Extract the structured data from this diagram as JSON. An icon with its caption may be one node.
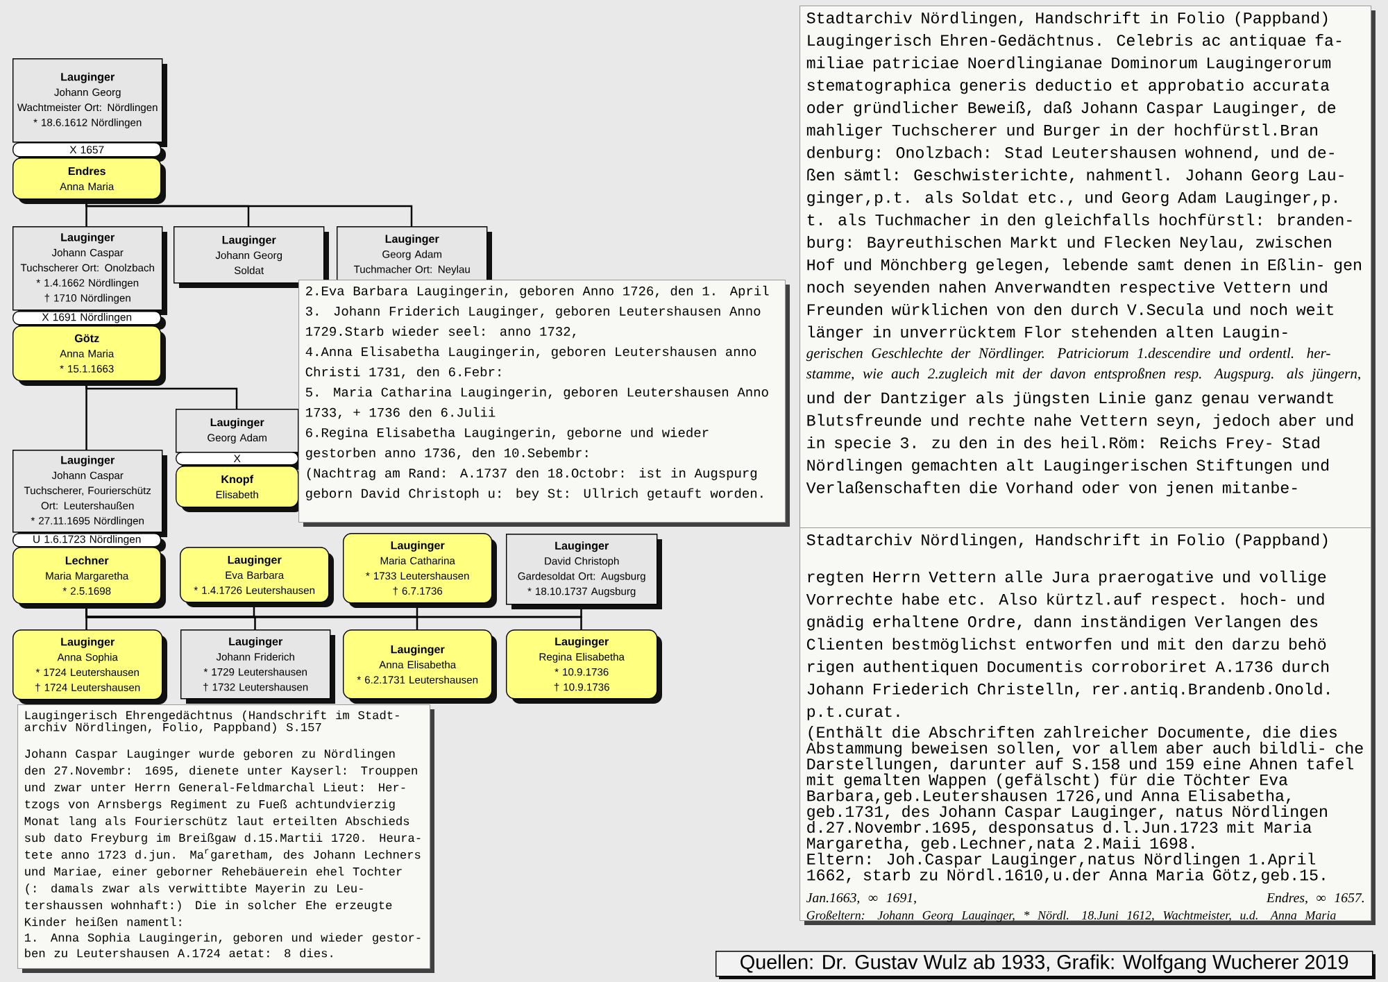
{
  "diagram": {
    "nodes": [
      {
        "text": [
          "Lauginger",
          "Johann Georg",
          "Wachtmeister Ort: Nördlingen",
          "* 18.6.1612 Nördlingen"
        ]
      },
      {
        "text": [
          "X 1657"
        ]
      },
      {
        "text": [
          "Endres",
          "Anna Maria"
        ]
      },
      {
        "text": [
          "Lauginger",
          "Johann Caspar",
          "Tuchscherer Ort: Onolzbach",
          "* 1.4.1662 Nördlingen",
          "† 1710 Nördlingen"
        ]
      },
      {
        "text": [
          "Lauginger",
          "Johann Georg",
          "Soldat"
        ]
      },
      {
        "text": [
          "Lauginger",
          "Georg Adam",
          "Tuchmacher Ort: Neylau"
        ]
      },
      {
        "text": [
          "X 1691 Nördlingen"
        ]
      },
      {
        "text": [
          "Götz",
          "Anna Maria",
          "* 15.1.1663"
        ]
      },
      {
        "text": [
          "Lauginger",
          "Georg Adam"
        ]
      },
      {
        "text": [
          "X"
        ]
      },
      {
        "text": [
          "Knopf",
          "Elisabeth"
        ]
      },
      {
        "text": [
          "Lauginger",
          "Johann Caspar",
          "Tuchscherer, Fourierschütz",
          "Ort: Leutershaußen",
          "* 27.11.1695 Nördlingen"
        ]
      },
      {
        "text": [
          "U 1.6.1723 Nördlingen"
        ]
      },
      {
        "text": [
          "Lechner",
          "Maria Margaretha",
          "* 2.5.1698"
        ]
      },
      {
        "text": [
          "Lauginger",
          "Eva Barbara",
          "* 1.4.1726 Leutershausen"
        ]
      },
      {
        "text": [
          "Lauginger",
          "Maria Catharina",
          "* 1733 Leutershausen",
          "† 6.7.1736"
        ]
      },
      {
        "text": [
          "Lauginger",
          "David Christoph",
          "Gardesoldat Ort: Augsburg",
          "* 18.10.1737 Augsburg"
        ]
      },
      {
        "text": [
          "Lauginger",
          "Anna Sophia",
          "* 1724 Leutershausen",
          "† 1724 Leutershausen"
        ]
      },
      {
        "text": [
          "Lauginger",
          "Johann Friderich",
          "* 1729 Leutershausen",
          "† 1732 Leutershausen"
        ]
      },
      {
        "text": [
          "Lauginger",
          "Anna Elisabetha",
          "* 6.2.1731 Leutershausen"
        ]
      },
      {
        "text": [
          "Lauginger",
          "Regina Elisabetha",
          "* 10.9.1736",
          "† 10.9.1736"
        ]
      },
      {
        "text": [
          "2.Eva Barbara Laugingerin, geboren Anno 1726, den 1. April",
          "3. Johann Friderich Lauginger, geboren Leutershausen Anno 1729.Starb wieder seel: anno 1732,",
          "4.Anna Elisabetha Laugingerin, geboren Leutershausen anno Christi 1731, den 6.Febr:",
          "5. Maria Catharina Laugingerin, geboren Leutershausen Anno 1733, + 1736 den 6.Julii",
          "6.Regina Elisabetha Laugingerin, geborne und wieder gestorben anno 1736, den 10.Sebembr:",
          "(Nachtrag am Rand: A.1737 den 18.Octobr: ist in Augspurg geborn David Christoph u: bey St: Ullrich getauft worden."
        ]
      },
      {
        "text": [
          "Laugingerisch Ehrengedächtnus (Handschrift im Stadt- archiv Nördlingen, Folio, Pappband) S.157",
          "Johann Caspar Lauginger wurde geboren zu Nördlingen den 27.Novembr: 1695, dienete unter Kayserl: Trouppen und zwar unter Herrn General-Feldmarchal Lieut: Her- tzogs von Arnsbergs Regiment zu Fueß achtundvierzig Monat lang als Fourierschütz laut erteilten Abschieds sub dato Freyburg im Breißgaw d.15.Martii 1720. Heura- tete anno 1723 d.jun. Ma$^{r}$garetham, des Johann Lechners und Mariae, einer geborner Rehebäuerein ehel Tochter (: damals zwar als verwittibte Mayerin zu Leu- tershaussen wohnhaft:) Die in solcher Ehe erzeugte Kinder heißen namentl:",
          "1. Anna Sophia Laugingerin, geboren und wieder gestor- ben zu Leutershausen A.1724 aetat: 8 dies."
        ]
      },
      {
        "text": [
          "Stadtarchiv Nördlingen, Handschrift in Folio (Pappband)",
          "Laugingerisch Ehren-Gedächtnus. Celebris ac antiquae fa- miliae patriciae Noerdlingianae Dominorum Laugingerorum stematographica generis deductio et approbatio accurata oder gründlicher Beweiß, daß Johann Caspar Lauginger, de mahliger Tuchscherer und Burger in der hochfürstl.Bran denburg: Onolzbach: Stad Leutershausen wohnend, und de- ßen sämtl: Geschwisterichte, nahmentl. Johann Georg Lau- ginger,p.t. als Soldat etc., und Georg Adam Lauginger,p. t. als Tuchmacher in den gleichfalls hochfürstl: branden- burg: Bayreuthischen Markt und Flecken Neylau, zwischen Hof und Mönchberg gelegen, lebende samt denen in Eßlin- gen noch seyenden nahen Anverwandten respective Vettern und Freunden würklichen von den durch V.Secula und noch weit länger in unverrücktem Flor stehenden alten Laugin-",
          "gerischen Geschlechte der Nördlinger. Patriciorum 1.descendire und ordentl. her- stamme, wie auch 2.zugleich mit der davon entsproßnen resp. Augspurg. als jüngern,",
          "und der Dantziger als jüngsten Linie ganz genau verwandt Blutsfreunde und rechte nahe Vettern seyn, jedoch aber und in specie 3. zu den in des heil.Röm: Reichs Frey- Stad Nördlingen gemachten alt Laugingerischen Stiftungen und Verlaßenschaften die Vorhand oder von jenen mitanbe-"
        ]
      },
      {
        "text": [
          "Stadtarchiv Nördlingen, Handschrift in Folio (Pappband)",
          "regten Herrn Vettern alle Jura praerogative und vollige Vorrechte habe etc. Also kürtzl.auf respect. hoch- und gnädig erhaltene Ordre, dann inständigen Verlangen des Clienten bestmöglichst entworfen und mit den darzu behö rigen authentiquen Documentis corroboriret A.1736 durch Johann Friederich Christelln, rer.antiq.Brandenb.Onold. p.t.curat.",
          "(Enthält die Abschriften zahlreicher Documente, die dies Abstammung beweisen sollen, vor allem aber auch bildli- che Darstellungen, darunter auf S.158 und 159 eine Ahnen tafel mit gemalten Wappen (gefälscht) für die Töchter Eva Barbara,geb.Leutershausen 1726,und Anna Elisabetha, geb.1731, des Johann Caspar Lauginger, natus Nördlingen d.27.Novembr.1695, desponsatus d.l.Jun.1723 mit Maria Margaretha, geb.Lechner,nata 2.Maii 1698.",
          "Eltern: Joh.Caspar Lauginger,natus Nördlingen 1.April 1662, starb zu Nördl.1610,u.der Anna Maria Götz,geb.15.",
          "Jan.1663, ∞ 1691,",
          "Endres, ∞ 1657.",
          "Großeltern: Johann Georg Lauginger, * Nördl. 18.Juni 1612, Wachtmeister, u.d. Anna Maria"
        ]
      },
      {
        "text": [
          "Quellen: Dr. Gustav Wulz ab 1933, Grafik: Wolfgang Wucherer 2019"
        ]
      }
    ],
    "edges": [
      {
        "from": 2,
        "to": 3,
        "arrow": "none"
      },
      {
        "from": 2,
        "to": 4,
        "arrow": "none"
      },
      {
        "from": 2,
        "to": 5,
        "arrow": "none"
      },
      {
        "from": 7,
        "to": 8,
        "arrow": "none"
      },
      {
        "from": 7,
        "to": 11,
        "arrow": "none"
      },
      {
        "from": 13,
        "to": 14,
        "arrow": "none"
      },
      {
        "from": 13,
        "to": 15,
        "arrow": "none"
      },
      {
        "from": 13,
        "to": 16,
        "arrow": "none"
      },
      {
        "from": 13,
        "to": 17,
        "arrow": "none"
      },
      {
        "from": 13,
        "to": 18,
        "arrow": "none"
      },
      {
        "from": 13,
        "to": 19,
        "arrow": "none"
      },
      {
        "from": 13,
        "to": 20,
        "arrow": "none"
      }
    ]
  }
}
